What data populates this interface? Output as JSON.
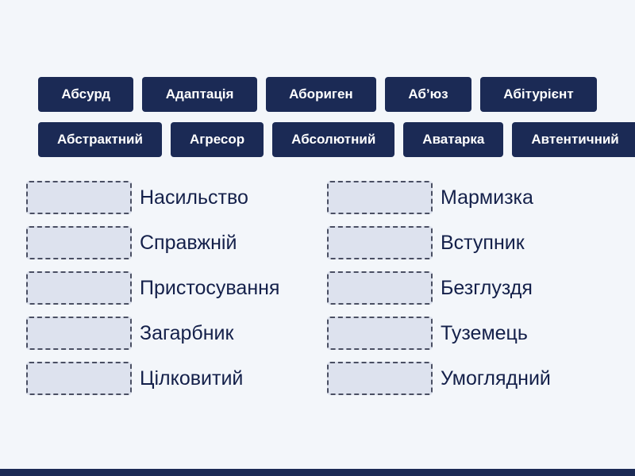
{
  "colors": {
    "background": "#f3f6fa",
    "tile_bg": "#1b2a55",
    "tile_text": "#ffffff",
    "label_text": "#14204a",
    "slot_fill": "#dde2ee",
    "slot_border": "#4a4f63",
    "bottom_bar": "#1b2a55"
  },
  "tiles": {
    "row1": [
      "Абсурд",
      "Адаптація",
      "Абориген",
      "Аб’юз",
      "Абітурієнт"
    ],
    "row2": [
      "Абстрактний",
      "Агресор",
      "Абсолютний",
      "Аватарка",
      "Автентичний"
    ]
  },
  "pairs": {
    "left": [
      "Насильство",
      "Справжній",
      "Пристосування",
      "Загарбник",
      "Цілковитий"
    ],
    "right": [
      "Мармизка",
      "Вступник",
      "Безглуздя",
      "Туземець",
      "Умоглядний"
    ]
  }
}
